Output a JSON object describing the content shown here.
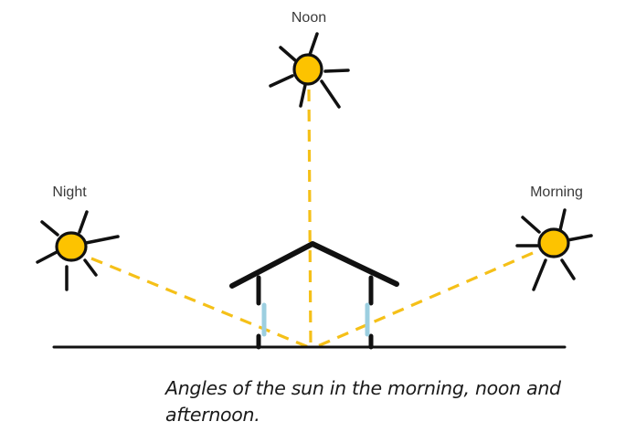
{
  "labels": {
    "noon": "Noon",
    "night": "Night",
    "morning": "Morning"
  },
  "caption": "Angles of the sun in the morning, noon and afternoon.",
  "colors": {
    "sun_fill": "#FDC300",
    "outline": "#111111",
    "ray_dash": "#F5C018",
    "window": "#9CCFE0",
    "text": "#3a3a3a",
    "background": "#ffffff"
  },
  "icons": {
    "sun": "sun-icon",
    "house": "house-icon",
    "window": "window-icon"
  }
}
